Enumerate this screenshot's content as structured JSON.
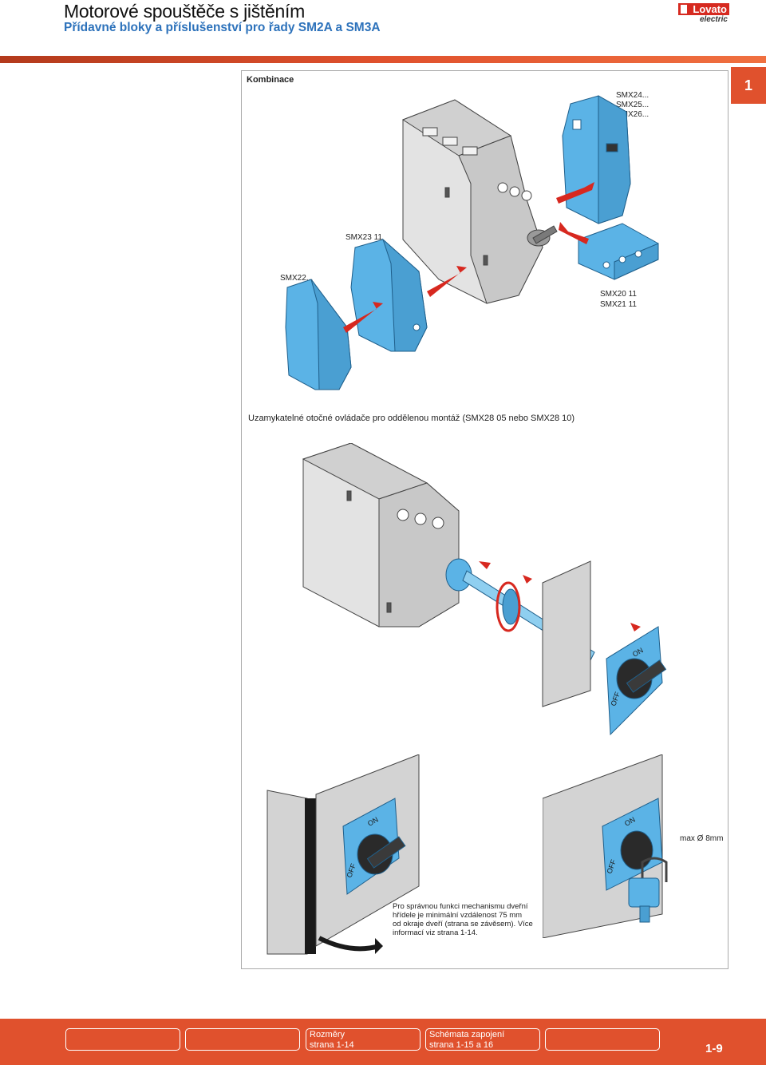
{
  "header": {
    "title": "Motorové spouštěče s jištěním",
    "subtitle": "Přídavné bloky a příslušenství pro řady SM2A a SM3A"
  },
  "logo": {
    "brand": "Lovato",
    "sub": "electric"
  },
  "section_tab": {
    "number": "1"
  },
  "combination": {
    "title": "Kombinace",
    "labels": {
      "right_blocks": [
        "SMX24...",
        "SMX25...",
        "SMX26..."
      ],
      "center_block": "SMX23 11",
      "left_block": "SMX22...",
      "front_blocks": [
        "SMX20 11",
        "SMX21 11"
      ]
    }
  },
  "handles": {
    "title": "Uzamykatelné otočné ovládače pro oddělenou montáž (SMX28 05 nebo SMX28 10)",
    "dial_on": "ON",
    "dial_off": "OFF",
    "lock_label": "max Ø 8mm",
    "note_lines": [
      "Pro správnou funkci mechanismu dveřní",
      "hřídele je minimální vzdálenost 75 mm",
      "od okraje dveří (strana se závěsem). Více",
      "informací viz strana 1-14."
    ]
  },
  "footer": {
    "links": [
      {
        "title": "Rozměry",
        "page": "strana 1-14"
      },
      {
        "title": "Schémata zapojení",
        "page": "strana 1-15 a 16"
      }
    ],
    "page_number": "1-9"
  },
  "colors": {
    "accent": "#e0512d",
    "blue_part": "#5bb3e6",
    "title_blue": "#2d72bb",
    "grey_part": "#d9d9d9"
  }
}
